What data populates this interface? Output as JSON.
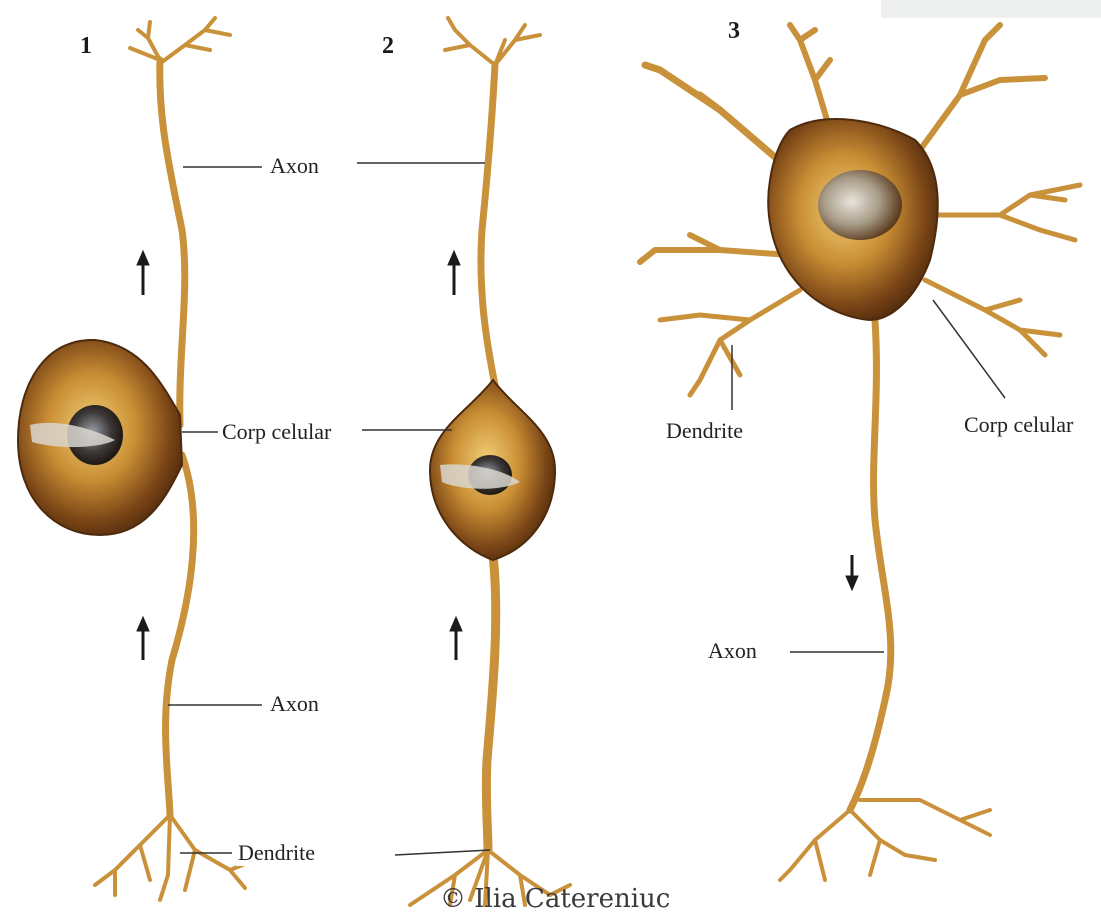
{
  "figures": [
    {
      "number": "1",
      "labels": {
        "axon_top": "Axon",
        "cell_body": "Corp celular",
        "axon_bottom": "Axon",
        "dendrites": "Dendrite"
      }
    },
    {
      "number": "2"
    },
    {
      "number": "3",
      "labels": {
        "dendrites": "Dendrite",
        "cell_body": "Corp celular",
        "axon": "Axon"
      }
    }
  ],
  "watermark": "© Ilia Catereniuc",
  "colors": {
    "neurite": "#c9913a",
    "soma_dark": "#6b3a12",
    "soma_light": "#d9a64a",
    "leader_line": "#333333",
    "arrow": "#1a1a1a"
  }
}
